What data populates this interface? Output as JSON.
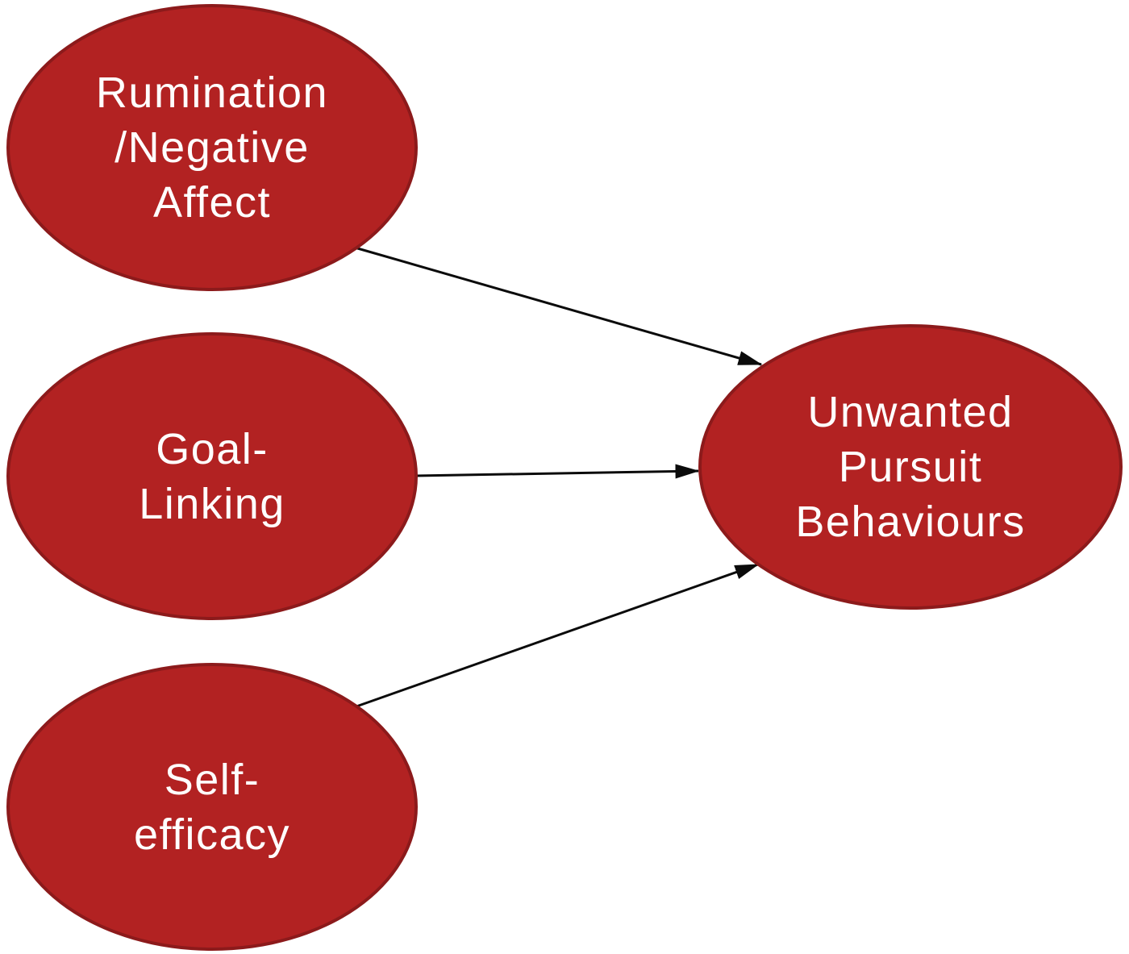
{
  "diagram": {
    "colors": {
      "node_fill": "#b22222",
      "node_border": "#8c1a1b",
      "text_color": "#ffffff",
      "arrow_color": "#0b0b0b",
      "background": "#ffffff"
    },
    "nodes": [
      {
        "id": "rumination-negative-affect",
        "label": "Rumination\n/Negative\nAffect"
      },
      {
        "id": "goal-linking",
        "label": "Goal-\nLinking"
      },
      {
        "id": "self-efficacy",
        "label": "Self-\nefficacy"
      },
      {
        "id": "unwanted-pursuit-behaviours",
        "label": "Unwanted\nPursuit\nBehaviours"
      }
    ],
    "edges": [
      {
        "from": "rumination-negative-affect",
        "to": "unwanted-pursuit-behaviours"
      },
      {
        "from": "goal-linking",
        "to": "unwanted-pursuit-behaviours"
      },
      {
        "from": "self-efficacy",
        "to": "unwanted-pursuit-behaviours"
      }
    ]
  }
}
